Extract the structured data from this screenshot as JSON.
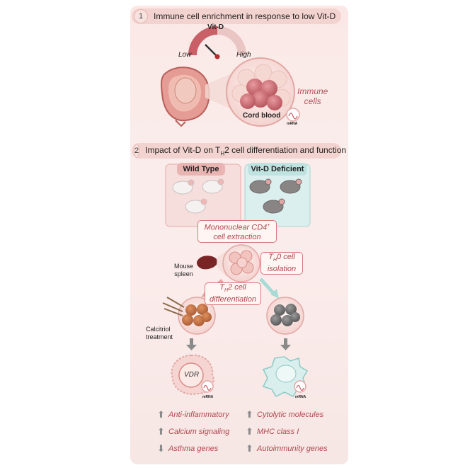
{
  "section1": {
    "number": "1",
    "title": "Immune  cell enrichment in response to low Vit-D"
  },
  "gauge": {
    "title": "Vit-D",
    "low": "Low",
    "high": "High"
  },
  "cord_blood": "Cord blood",
  "immune_cells": "Immune\ncells",
  "mrna": "mRNA",
  "section2": {
    "number": "2",
    "title_pre": "Impact of Vit-D on T",
    "title_sub": "H",
    "title_post": "2 cell differentiation and function"
  },
  "wild_type": "Wild Type",
  "vitd_deficient": "Vit-D Deficient",
  "extraction": {
    "line1_pre": "Mononuclear CD4",
    "line1_sup": "+",
    "line2": "cell extraction"
  },
  "mouse_spleen": "Mouse\nspleen",
  "isolation": {
    "line1_pre": "T",
    "line1_sub": "H",
    "line1_post": "0 cell",
    "line2": "isolation"
  },
  "differentiation": {
    "line1_pre": "T",
    "line1_sub": "H",
    "line1_post": "2 cell",
    "line2": "differentiation"
  },
  "calcitriol": "Calcitriol\ntreatment",
  "vdr": "VDR",
  "outcomes_left": [
    {
      "dir": "up",
      "label": "Anti-inflammatory"
    },
    {
      "dir": "up",
      "label": "Calcium signaling"
    },
    {
      "dir": "down",
      "label": "Asthma genes"
    }
  ],
  "outcomes_right": [
    {
      "dir": "up",
      "label": "Cytolytic molecules"
    },
    {
      "dir": "up",
      "label": "MHC class I"
    },
    {
      "dir": "up",
      "label": "Autoimmunity genes"
    }
  ],
  "colors": {
    "accent": "#b0484f",
    "wild": "#f1c6c4",
    "deficient": "#cfe8e6",
    "header": "#f3d3cf"
  }
}
